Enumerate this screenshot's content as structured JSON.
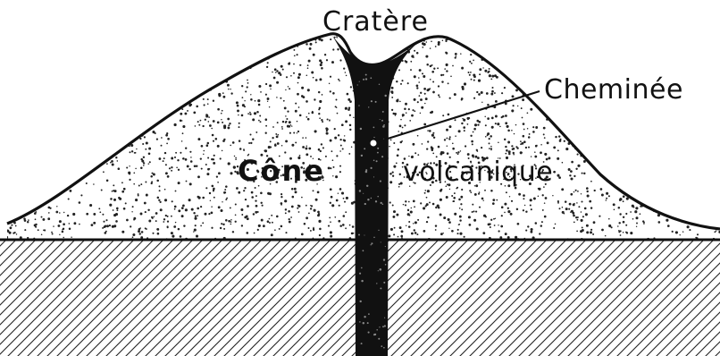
{
  "labels": {
    "crater": "Cratère",
    "chimney": "Cheminée",
    "cone_part1": "Cône",
    "cone_part2": "volcanique"
  },
  "colors": {
    "ink": "#111111",
    "background": "#ffffff"
  }
}
